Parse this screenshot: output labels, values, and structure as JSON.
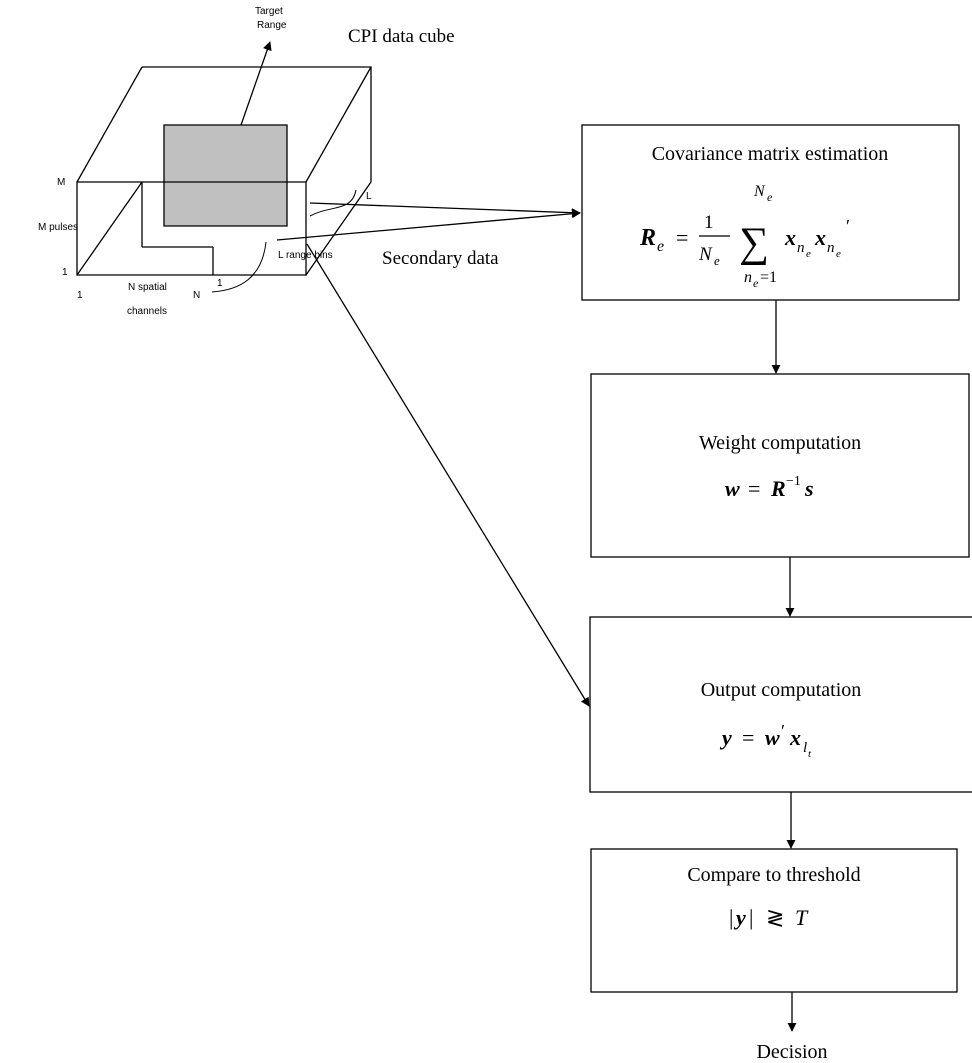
{
  "cube": {
    "title": "CPI data cube",
    "target_range_line1": "Target",
    "target_range_line2": "Range",
    "m_top": "M",
    "m_pulses": "M pulses",
    "one_left": "1",
    "one_bottom": "1",
    "n_spatial_line1": "N spatial",
    "n_spatial_line2": "channels",
    "n_label": "N",
    "one_right": "1",
    "l_range_bins": "L range bins",
    "l_label": "L"
  },
  "secondary_data_label": "Secondary data",
  "blocks": {
    "covariance": {
      "title": "Covariance matrix estimation",
      "formula": "R_e = (1/N_e) Σ_{n_e=1}^{N_e} x_{n_e} x_{n_e}'"
    },
    "weight": {
      "title": "Weight computation",
      "formula": "w = R^{-1} s"
    },
    "output": {
      "title": "Output computation",
      "formula": "y = w' x_{l_t}"
    },
    "threshold": {
      "title": "Compare to threshold",
      "formula": "|y| ≷ T"
    }
  },
  "decision_label": "Decision"
}
